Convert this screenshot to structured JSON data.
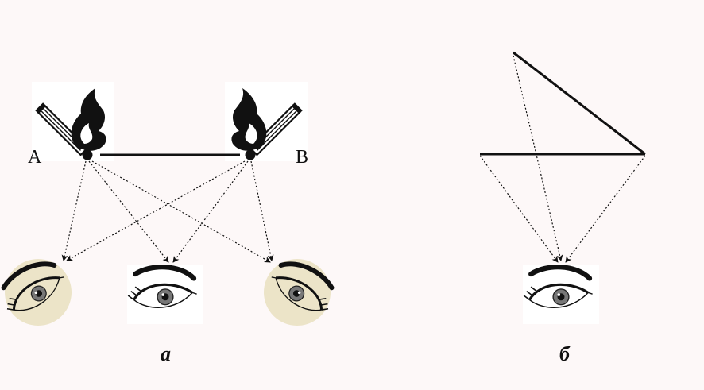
{
  "diagram": {
    "panel_a": {
      "caption": "а",
      "point_a_label": "A",
      "point_b_label": "B",
      "icons": {
        "match_left": "burning-match-icon",
        "match_right": "burning-match-icon",
        "eye_left": "eye-icon",
        "eye_center": "eye-icon",
        "eye_right": "eye-icon"
      }
    },
    "panel_b": {
      "caption": "б",
      "icons": {
        "eye": "eye-icon"
      }
    },
    "colors": {
      "background": "#fdf8f8",
      "ink": "#111111",
      "eye_halo": "#ece4c8"
    }
  }
}
